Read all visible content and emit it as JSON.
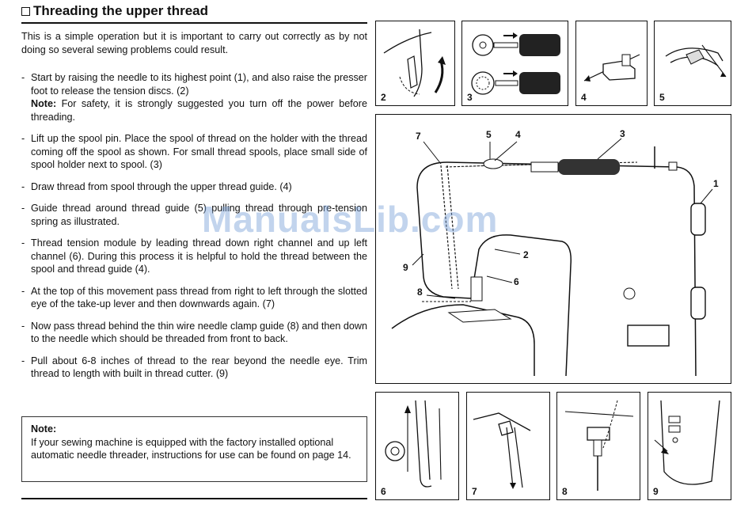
{
  "title": "Threading the upper thread",
  "intro": "This is a simple operation but it is important to carry out correctly as by not doing so several sewing problems could result.",
  "steps": [
    {
      "text": "Start by raising the needle to its highest point (1), and also raise the presser foot to release the tension discs. (2)",
      "note_label": "Note:",
      "note_text": " For safety, it is strongly suggested you turn off the power before threading."
    },
    {
      "text": "Lift up the spool pin. Place the spool of thread on the holder with the thread coming off the spool as shown. For small thread spools, place small side of spool holder next to spool. (3)"
    },
    {
      "text": "Draw thread from spool through the upper thread guide. (4)"
    },
    {
      "text": "Guide thread around thread guide (5) pulling thread through pre-tension spring as illustrated."
    },
    {
      "text": "Thread tension module by leading thread down right channel and up left channel (6). During this process it is helpful to hold the thread between the spool and thread guide (4)."
    },
    {
      "text": "At the top of this movement pass thread from right to left through the slotted eye of the take-up lever and then downwards again. (7)"
    },
    {
      "text": "Now pass thread behind the thin wire needle clamp guide (8) and then down to the needle which should be threaded from front to back."
    },
    {
      "text": "Pull about 6-8 inches of thread to the rear beyond the needle eye. Trim thread to length with built in thread cutter. (9)"
    }
  ],
  "note": {
    "heading": "Note:",
    "text": "If your sewing machine is equipped with the factory installed optional automatic needle threader, instructions for use can be found on page 14."
  },
  "panels": {
    "p2": "2",
    "p3": "3",
    "p4": "4",
    "p5": "5",
    "p6": "6",
    "p7": "7",
    "p8": "8",
    "p9": "9"
  },
  "callouts": {
    "c7": "7",
    "c5": "5",
    "c4": "4",
    "c3": "3",
    "c1": "1",
    "c2": "2",
    "c9": "9",
    "c6": "6",
    "c8": "8"
  },
  "watermark": "ManualsLib.com"
}
